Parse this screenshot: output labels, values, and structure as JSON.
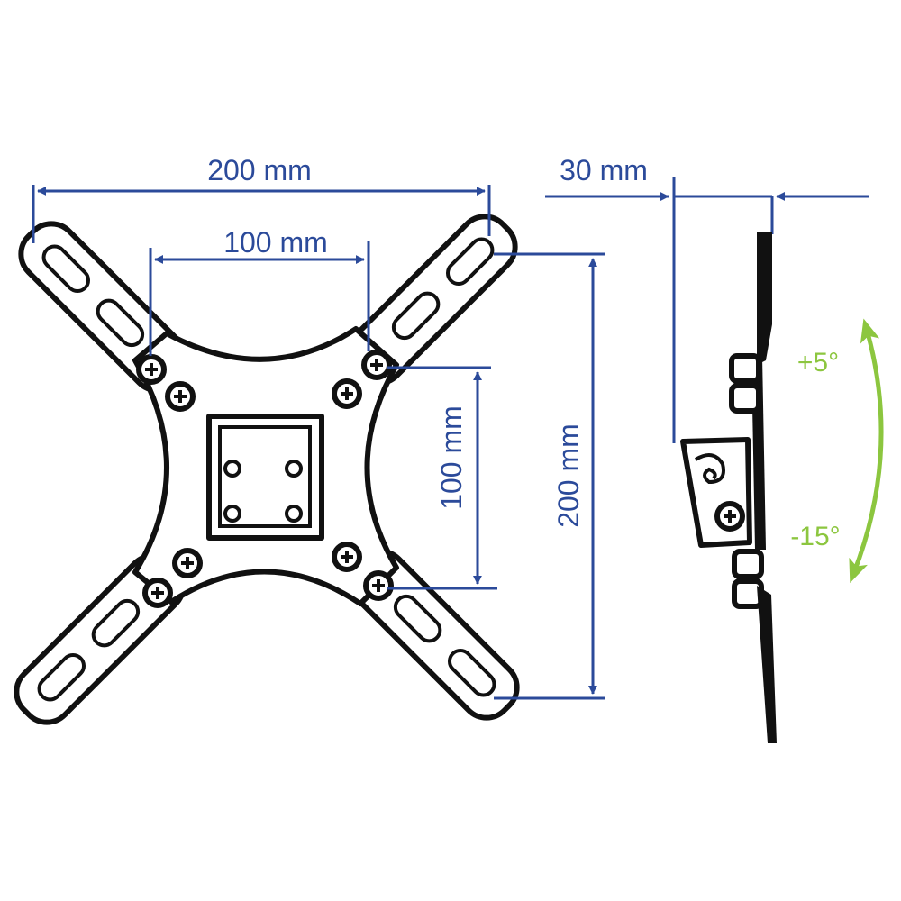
{
  "labels": {
    "outer_width": "200 mm",
    "inner_width": "100 mm",
    "inner_height": "100 mm",
    "outer_height": "200 mm",
    "depth": "30 mm",
    "tilt_up": "+5°",
    "tilt_down": "-15°"
  },
  "colors": {
    "dimension": "#2b4a9a",
    "angle": "#8cc63f",
    "part": "#111111"
  }
}
